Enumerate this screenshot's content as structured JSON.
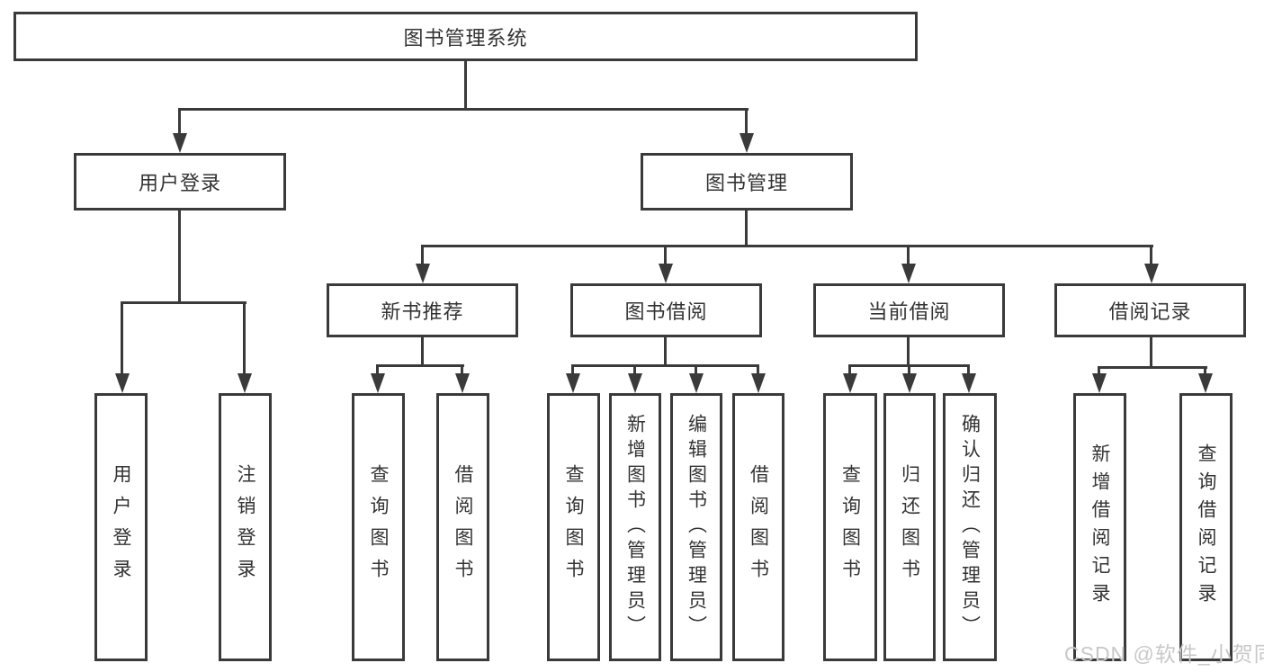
{
  "diagram_title": "图书管理系统",
  "tree": {
    "root": {
      "label": "图书管理系统"
    },
    "branches": [
      {
        "label": "用户登录",
        "children": [
          {
            "label": "用户登录"
          },
          {
            "label": "注销登录"
          }
        ]
      },
      {
        "label": "图书管理",
        "children": [
          {
            "label": "新书推荐",
            "children": [
              {
                "label": "查询图书"
              },
              {
                "label": "借阅图书"
              }
            ]
          },
          {
            "label": "图书借阅",
            "children": [
              {
                "label": "查询图书"
              },
              {
                "label": "新增图书（管理员）"
              },
              {
                "label": "编辑图书（管理员）"
              },
              {
                "label": "借阅图书"
              }
            ]
          },
          {
            "label": "当前借阅",
            "children": [
              {
                "label": "查询图书"
              },
              {
                "label": "归还图书"
              },
              {
                "label": "确认归还（管理员）"
              }
            ]
          },
          {
            "label": "借阅记录",
            "children": [
              {
                "label": "新增借阅记录"
              },
              {
                "label": "查询借阅记录"
              }
            ]
          }
        ]
      }
    ]
  },
  "watermark": {
    "text": "CSDN @软件_小贺同学"
  },
  "colors": {
    "line": "#3a3a3a",
    "box_border": "#3a3a3a",
    "text": "#333333",
    "background": "#ffffff",
    "watermark": "#c8c8c8"
  }
}
